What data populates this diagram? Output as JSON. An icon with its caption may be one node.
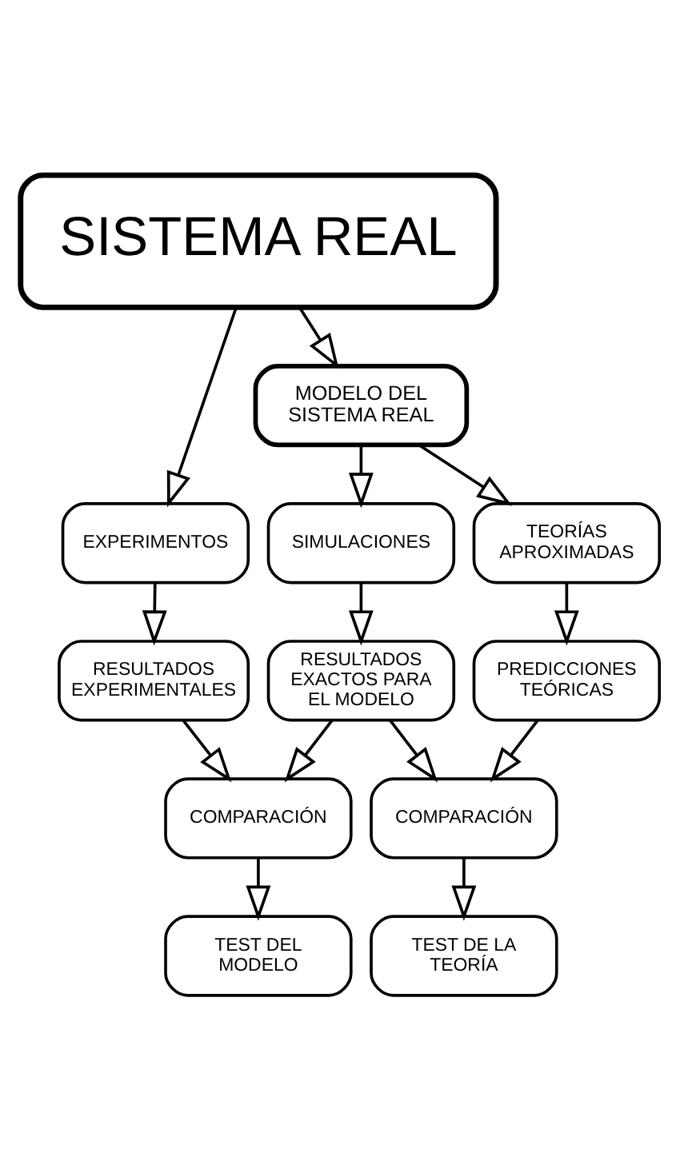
{
  "diagram": {
    "nodes": [
      {
        "text": [
          "SISTEMA REAL"
        ]
      },
      {
        "text": [
          "MODELO DEL SISTEMA REAL"
        ]
      },
      {
        "text": [
          "EXPERIMENTOS"
        ]
      },
      {
        "text": [
          "SIMULACIONES"
        ]
      },
      {
        "text": [
          "TEORÍAS APROXIMADAS"
        ]
      },
      {
        "text": [
          "RESULTADOS EXPERIMENTALES"
        ]
      },
      {
        "text": [
          "RESULTADOS EXACTOS PARA EL MODELO"
        ]
      },
      {
        "text": [
          "PREDICCIONES TEÓRICAS"
        ]
      },
      {
        "text": [
          "COMPARACIÓN"
        ]
      },
      {
        "text": [
          "COMPARACIÓN"
        ]
      },
      {
        "text": [
          "TEST DEL MODELO"
        ]
      },
      {
        "text": [
          "TEST DE LA TEORÍA"
        ]
      }
    ],
    "edges": [
      {
        "from": 0,
        "to": 2,
        "arrow": "to"
      },
      {
        "from": 0,
        "to": 1,
        "arrow": "to"
      },
      {
        "from": 1,
        "to": 3,
        "arrow": "to"
      },
      {
        "from": 1,
        "to": 4,
        "arrow": "to"
      },
      {
        "from": 2,
        "to": 5,
        "arrow": "to"
      },
      {
        "from": 3,
        "to": 6,
        "arrow": "to"
      },
      {
        "from": 4,
        "to": 7,
        "arrow": "to"
      },
      {
        "from": 5,
        "to": 8,
        "arrow": "to"
      },
      {
        "from": 6,
        "to": 8,
        "arrow": "to"
      },
      {
        "from": 6,
        "to": 9,
        "arrow": "to"
      },
      {
        "from": 7,
        "to": 9,
        "arrow": "to"
      },
      {
        "from": 8,
        "to": 10,
        "arrow": "to"
      },
      {
        "from": 9,
        "to": 11,
        "arrow": "to"
      }
    ]
  }
}
